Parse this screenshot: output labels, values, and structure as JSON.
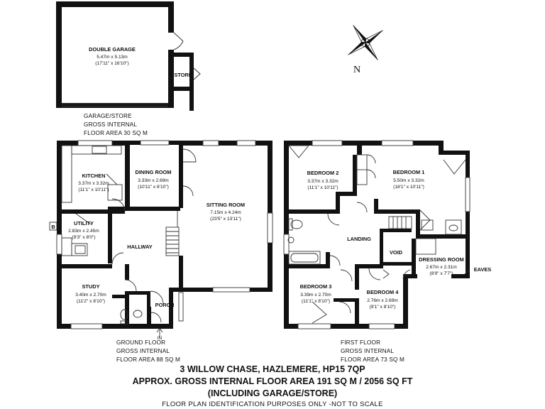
{
  "garage": {
    "title": "DOUBLE GARAGE",
    "dims": [
      "5.47m x 5.13m",
      "(17'11\" x 16'10\")"
    ],
    "store": "STORE",
    "caption": [
      "GARAGE/STORE",
      "GROSS INTERNAL",
      "FLOOR AREA 30 SQ M"
    ]
  },
  "ground_floor": {
    "rooms": {
      "kitchen": {
        "title": "KITCHEN",
        "dims": [
          "3.37m x 3.32m",
          "(11'1\" x 10'11\")"
        ]
      },
      "dining": {
        "title": "DINING ROOM",
        "dims": [
          "3.33m x 2.69m",
          "(10'11\" x 8'10\")"
        ]
      },
      "sitting": {
        "title": "SITTING ROOM",
        "dims": [
          "7.15m x 4.24m",
          "(23'5\" x 13'11\")"
        ]
      },
      "utility": {
        "title": "UTILITY",
        "dims": [
          "2.83m x 2.45m",
          "(9'3\" x 8'0\")"
        ]
      },
      "hallway": {
        "title": "HALLWAY"
      },
      "study": {
        "title": "STUDY",
        "dims": [
          "3.40m x 2.70m",
          "(11'2\" x 8'10\")"
        ]
      },
      "porch": {
        "title": "PORCH"
      }
    },
    "boiler_mark": "B",
    "entrance": "IN",
    "caption": [
      "GROUND FLOOR",
      "GROSS INTERNAL",
      "FLOOR AREA 88 SQ M"
    ]
  },
  "first_floor": {
    "rooms": {
      "bedroom2": {
        "title": "BEDROOM 2",
        "dims": [
          "3.37m x 3.32m",
          "(11'1\" x 10'11\")"
        ]
      },
      "bedroom1": {
        "title": "BEDROOM 1",
        "dims": [
          "5.50m x 3.32m",
          "(18'1\" x 10'11\")"
        ]
      },
      "landing": {
        "title": "LANDING"
      },
      "void": {
        "title": "VOID"
      },
      "dressing": {
        "title": "DRESSING ROOM",
        "dims": [
          "2.67m x 2.31m",
          "(8'9\" x 7'7\")"
        ]
      },
      "bedroom3": {
        "title": "BEDROOM 3",
        "dims": [
          "3.39m x 2.70m",
          "(11'1\" x 8'10\")"
        ]
      },
      "bedroom4": {
        "title": "BEDROOM 4",
        "dims": [
          "2.76m x 2.69m",
          "(9'1\" x 8'10\")"
        ]
      }
    },
    "eaves": "EAVES",
    "caption": [
      "FIRST FLOOR",
      "GROSS INTERNAL",
      "FLOOR AREA 73 SQ M"
    ]
  },
  "compass": {
    "label": "N",
    "icon": "compass-rose-icon"
  },
  "footer": {
    "address": "3 WILLOW CHASE, HAZLEMERE, HP15 7QP",
    "area": "APPROX. GROSS INTERNAL FLOOR AREA 191 SQ M / 2056 SQ FT",
    "including": "(INCLUDING GARAGE/STORE)",
    "disclaimer": "FLOOR PLAN IDENTIFICATION PURPOSES ONLY -NOT TO SCALE"
  },
  "colors": {
    "wall": "#111111",
    "line": "#333333"
  }
}
